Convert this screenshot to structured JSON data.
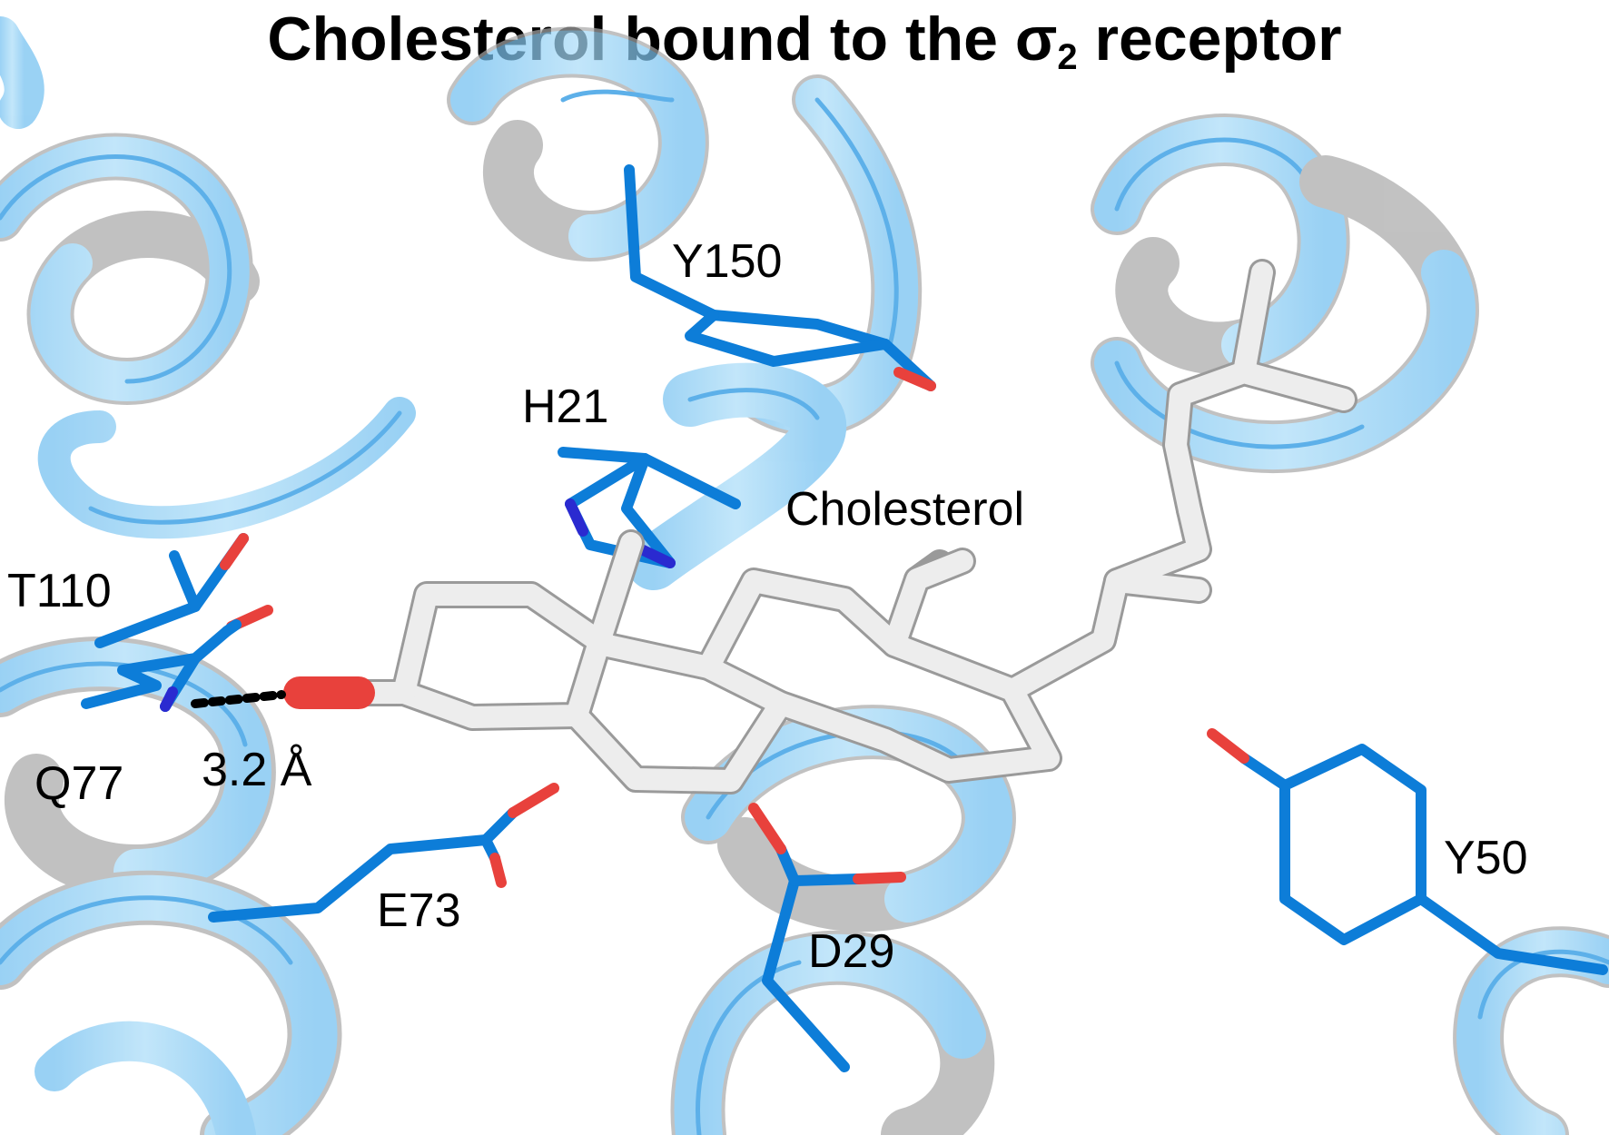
{
  "title": {
    "text": "Cholesterol bound to the σ",
    "subscript": "2",
    "suffix": " receptor"
  },
  "labels": {
    "y150": "Y150",
    "h21": "H21",
    "cholesterol": "Cholesterol",
    "t110": "T110",
    "q77": "Q77",
    "distance": "3.2 Å",
    "e73": "E73",
    "d29": "D29",
    "y50": "Y50"
  },
  "colors": {
    "helix": "#1a8fe0",
    "helix_fill": "#8ccdf3",
    "helix_back": "#a8a8a8",
    "residue": "#0d7dd8",
    "oxygen": "#e8413c",
    "nitrogen": "#2a2ad0",
    "cholesterol": "#ececec",
    "hbond": "#000000"
  }
}
